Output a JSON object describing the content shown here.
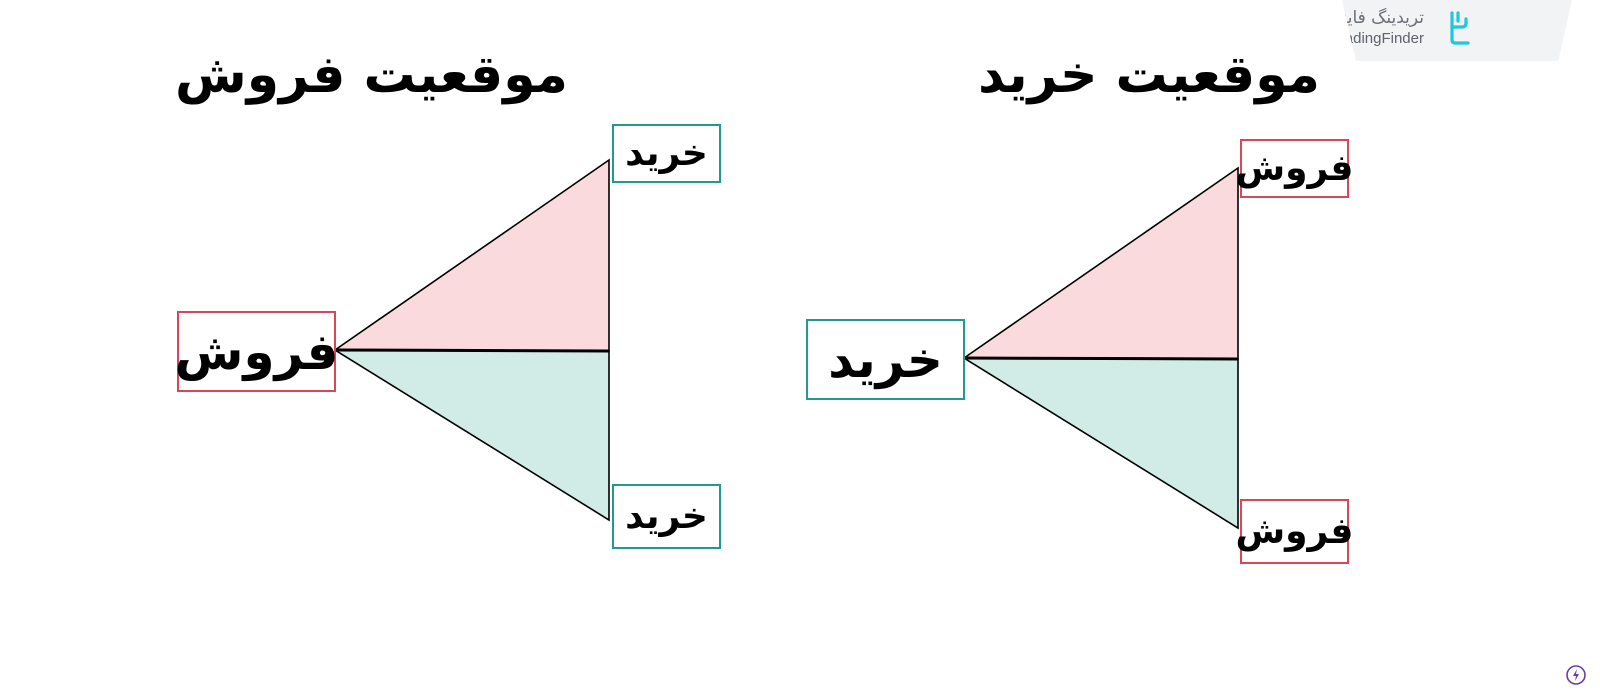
{
  "brand": {
    "name_fa": "تریدینگ فایندر",
    "name_en": "TradingFinder",
    "accent": "#1ec8d8"
  },
  "sell_panel": {
    "title": "موقعیت فروش",
    "main_label": "فروش",
    "top_label": "خرید",
    "bottom_label": "خرید"
  },
  "buy_panel": {
    "title": "موقعیت خرید",
    "main_label": "خرید",
    "top_label": "فروش",
    "bottom_label": "فروش"
  },
  "colors": {
    "green_border": "#1f9a8c",
    "red_border": "#d9465a",
    "upper_fill": "#fadadd",
    "lower_fill": "#d1ece6"
  },
  "icons": {
    "logo": "tradingfinder-logo-icon",
    "corner": "lightning-circle-icon"
  }
}
